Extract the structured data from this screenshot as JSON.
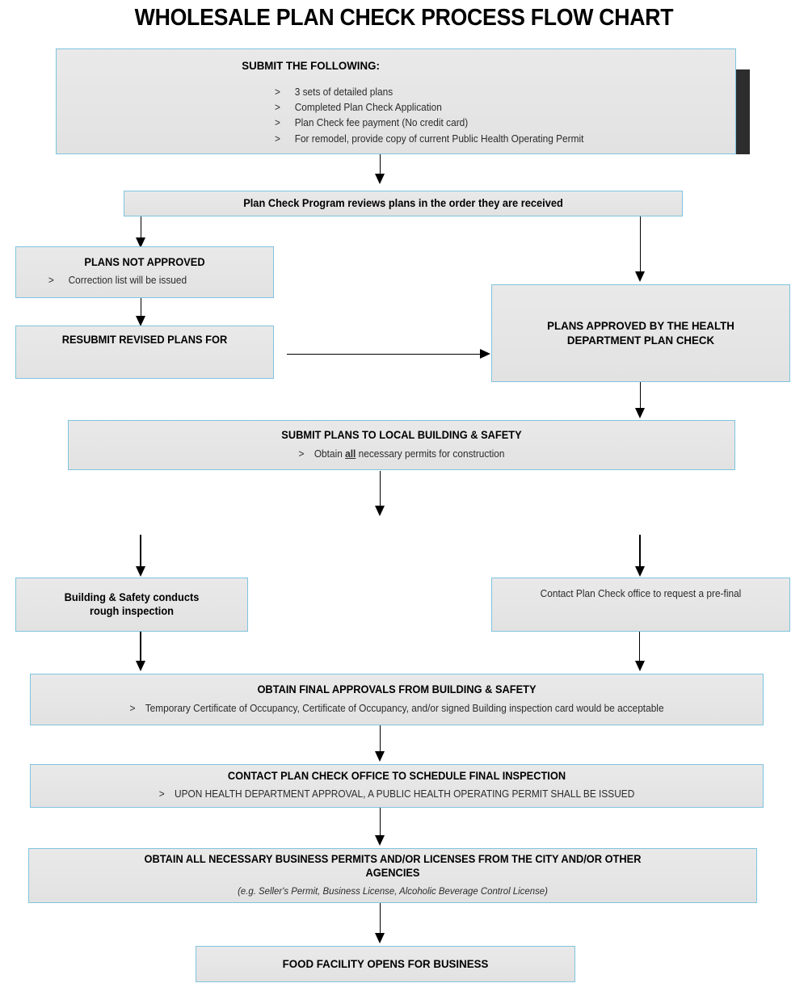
{
  "title": "WHOLESALE PLAN CHECK PROCESS FLOW CHART",
  "nodes": {
    "submit_following": {
      "heading": "SUBMIT THE FOLLOWING:",
      "bullet_marker": ">",
      "items": [
        "3 sets of detailed plans",
        "Completed Plan Check Application",
        "Plan Check fee payment (No credit card)",
        "For remodel, provide copy of current Public Health Operating Permit"
      ]
    },
    "plan_check_reviews": {
      "heading": "Plan Check Program reviews plans in the order they are received"
    },
    "plans_not_approved": {
      "heading": "PLANS NOT APPROVED",
      "bullet_marker": ">",
      "item": "Correction list will be issued"
    },
    "resubmit_revised": {
      "heading": "RESUBMIT REVISED PLANS FOR"
    },
    "plans_approved": {
      "heading_line1": "PLANS APPROVED BY THE HEALTH",
      "heading_line2": "DEPARTMENT PLAN CHECK"
    },
    "submit_local_bs": {
      "heading": "SUBMIT PLANS TO LOCAL BUILDING & SAFETY",
      "bullet_marker": ">",
      "note_before": "Obtain ",
      "note_emphasis": "all",
      "note_after": " necessary permits for construction"
    },
    "rough_inspection": {
      "heading_line1": "Building & Safety conducts",
      "heading_line2": "rough inspection"
    },
    "contact_prefinal": {
      "text": "Contact Plan Check office to request a pre-final"
    },
    "final_approvals": {
      "heading": "OBTAIN FINAL APPROVALS FROM BUILDING & SAFETY",
      "bullet_marker": ">",
      "item": "Temporary Certificate of Occupancy, Certificate of Occupancy, and/or signed Building inspection card would be acceptable"
    },
    "schedule_final": {
      "heading": "CONTACT PLAN CHECK OFFICE TO SCHEDULE FINAL INSPECTION",
      "bullet_marker": ">",
      "item": "UPON HEALTH DEPARTMENT APPROVAL, A PUBLIC HEALTH OPERATING PERMIT SHALL BE ISSUED"
    },
    "business_permits": {
      "heading_line1": "OBTAIN ALL NECESSARY BUSINESS PERMITS AND/OR LICENSES FROM THE CITY AND/OR OTHER",
      "heading_line2": "AGENCIES",
      "note": "(e.g. Seller's Permit, Business License, Alcoholic Beverage Control License)"
    },
    "food_facility_opens": {
      "heading": "FOOD FACILITY OPENS FOR BUSINESS"
    }
  },
  "colors": {
    "box_border": "#7ec4de",
    "box_fill": "#e7e7e7",
    "connector": "#000000",
    "shadow": "#2d2d2d",
    "text": "#000000",
    "subtext": "#2b2b2b"
  }
}
